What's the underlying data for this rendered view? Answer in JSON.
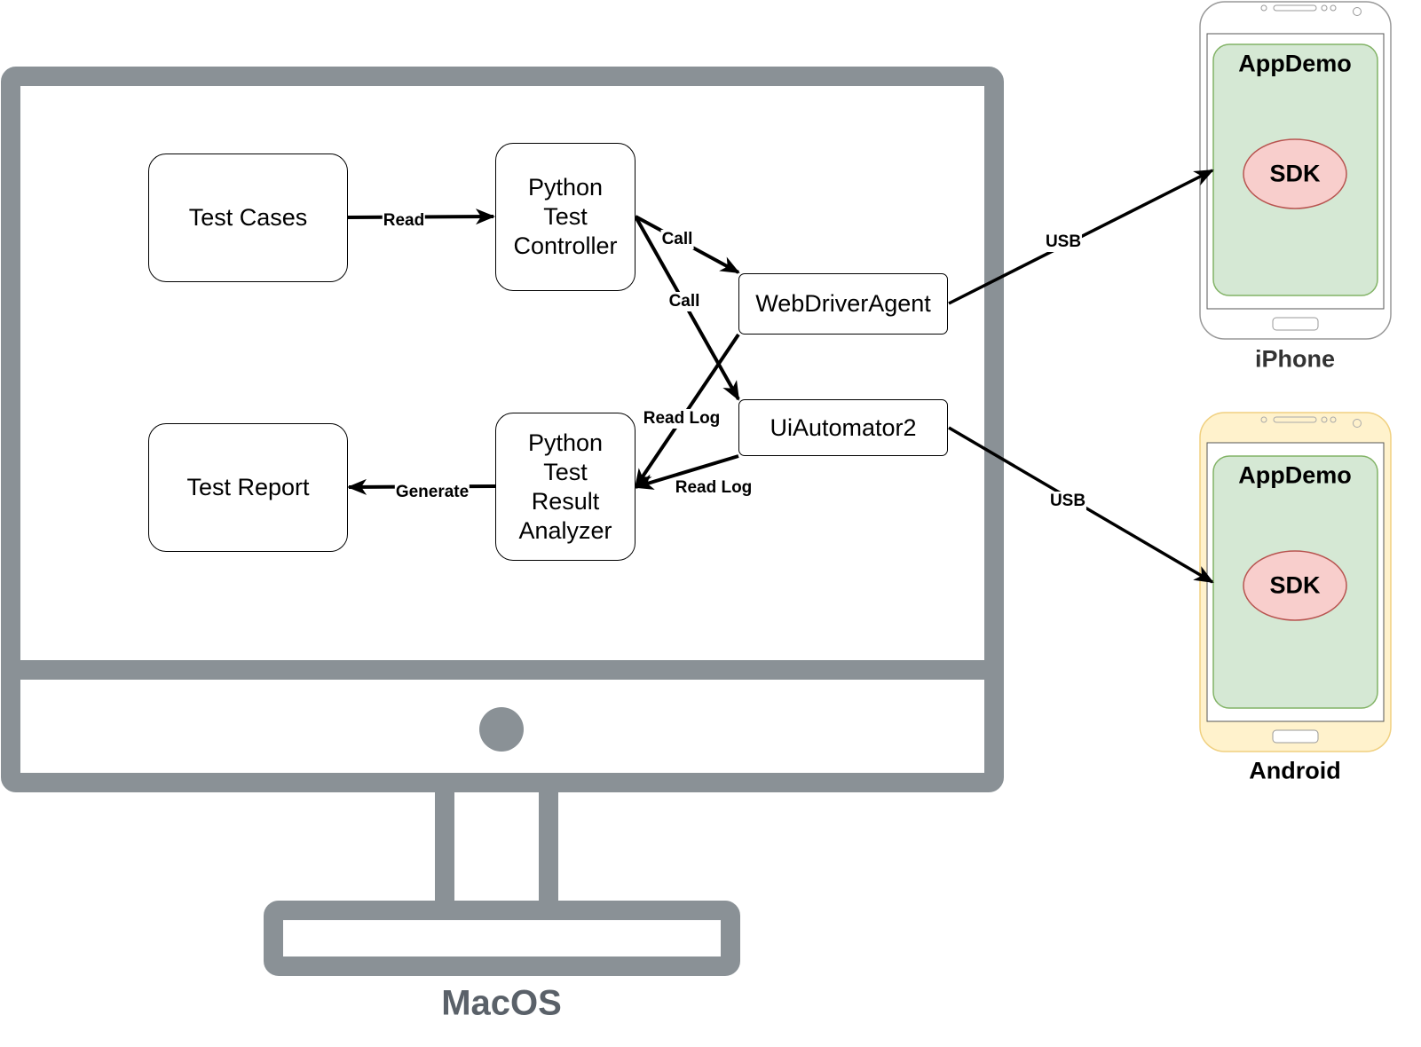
{
  "nodes": {
    "test_cases": "Test Cases",
    "python_test_controller": "Python\nTest\nController",
    "webdriver_agent": "WebDriverAgent",
    "uiautomator2": "UiAutomator2",
    "python_test_result_analyzer": "Python\nTest\nResult\nAnalyzer",
    "test_report": "Test Report"
  },
  "edges": {
    "read": "Read",
    "call_wda": "Call",
    "call_ui2": "Call",
    "read_log_wda": "Read Log",
    "read_log_ui2": "Read Log",
    "generate": "Generate",
    "usb_iphone": "USB",
    "usb_android": "USB"
  },
  "devices": {
    "iphone": {
      "label": "iPhone",
      "app": "AppDemo",
      "sdk": "SDK"
    },
    "android": {
      "label": "Android",
      "app": "AppDemo",
      "sdk": "SDK"
    }
  },
  "computer": {
    "label": "MacOS"
  },
  "colors": {
    "monitor": "#8a9196",
    "app_fill": "#d5e8d4",
    "app_stroke": "#82b366",
    "sdk_fill": "#f8cecc",
    "sdk_stroke": "#b85450",
    "iphone_frame": "#999999",
    "android_frame": "#f0d080",
    "android_fill": "#fff2cc"
  }
}
